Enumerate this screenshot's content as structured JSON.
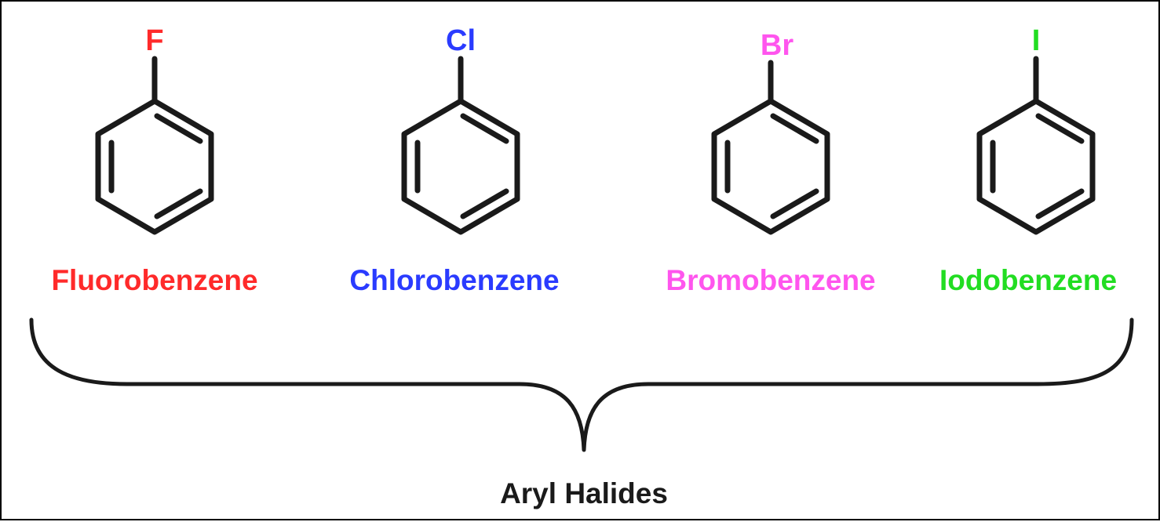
{
  "compounds": [
    {
      "atom": "F",
      "name": "Fluorobenzene",
      "color": "#ff2a2a"
    },
    {
      "atom": "Cl",
      "name": "Chlorobenzene",
      "color": "#2a3bff"
    },
    {
      "atom": "Br",
      "name": "Bromobenzene",
      "color": "#ff55ee"
    },
    {
      "atom": "I",
      "name": "Iodobenzene",
      "color": "#22dd22"
    }
  ],
  "group_label": "Aryl Halides",
  "colors": {
    "bond": "#1a1a1a",
    "border": "#000000",
    "background": "#ffffff"
  }
}
